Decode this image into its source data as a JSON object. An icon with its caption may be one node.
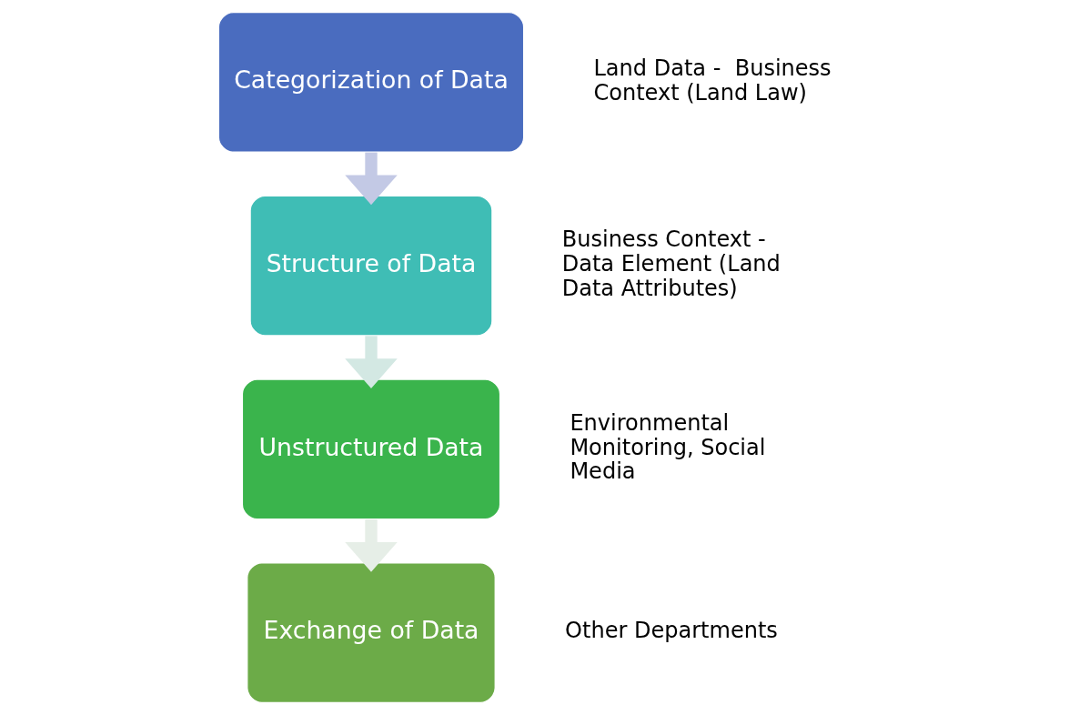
{
  "diagram": {
    "nodes": [
      {
        "text": [
          "Categorization of Data"
        ],
        "beside": [
          "Land Data -  Business Context (Land Law)"
        ]
      },
      {
        "text": [
          "Structure of Data"
        ],
        "beside": [
          "Business Context - Data Element (Land Data Attributes)"
        ]
      },
      {
        "text": [
          "Unstructured Data"
        ],
        "beside": [
          "Environmental Monitoring, Social Media"
        ]
      },
      {
        "text": [
          "Exchange of Data"
        ],
        "beside": [
          "Other Departments"
        ]
      }
    ],
    "edges": [
      {
        "from": 0,
        "to": 1,
        "arrow": "to",
        "color": "#c3c9e5"
      },
      {
        "from": 1,
        "to": 2,
        "arrow": "to",
        "color": "#d3e8e3"
      },
      {
        "from": 2,
        "to": 3,
        "arrow": "to",
        "color": "#e6eee7"
      }
    ]
  }
}
